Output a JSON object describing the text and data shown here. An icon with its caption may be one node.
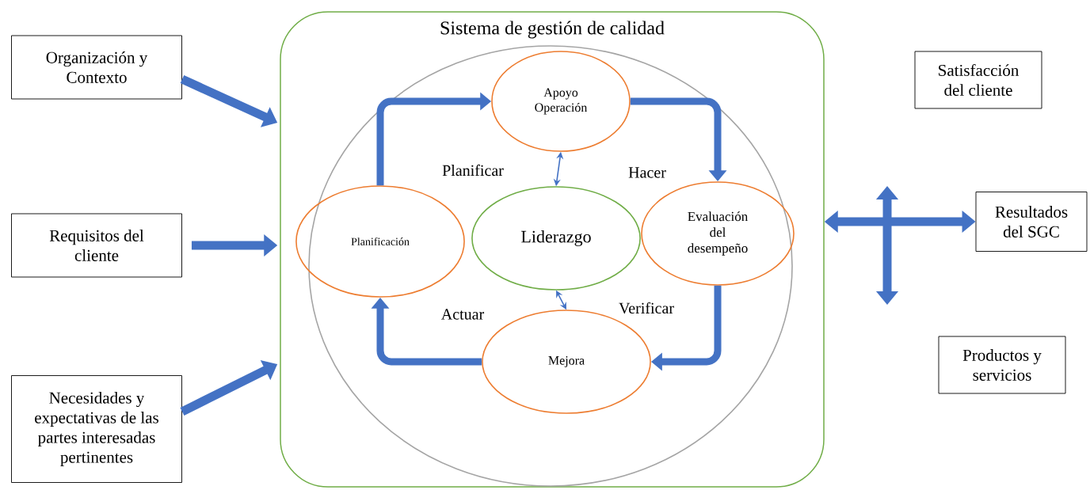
{
  "diagram": {
    "nodes": [
      {
        "text": [
          "Sistema de gestión de calidad"
        ]
      },
      {
        "text": [],
        "shape": "circle",
        "in": 0
      },
      {
        "text": [
          "Apoyo Operación"
        ],
        "in": 1
      },
      {
        "text": [
          "Planificación"
        ],
        "in": 1
      },
      {
        "text": [
          "Liderazgo"
        ],
        "in": 1
      },
      {
        "text": [
          "Evaluación del desempeño"
        ],
        "in": 1
      },
      {
        "text": [
          "Mejora"
        ],
        "in": 1
      },
      {
        "text": [
          "Organización y Contexto"
        ]
      },
      {
        "text": [
          "Requisitos del cliente"
        ]
      },
      {
        "text": [
          "Necesidades y expectativas de las partes interesadas pertinentes"
        ]
      },
      {
        "text": [
          "Satisfacción del cliente"
        ]
      },
      {
        "text": [
          "Resultados del SGC"
        ]
      },
      {
        "text": [
          "Productos y servicios"
        ]
      }
    ],
    "edges": [
      {
        "from": 7,
        "to": 0,
        "arrow": "to"
      },
      {
        "from": 8,
        "to": 0,
        "arrow": "to"
      },
      {
        "from": 9,
        "to": 0,
        "arrow": "to"
      },
      {
        "from": 2,
        "to": 4,
        "arrow": "both"
      },
      {
        "from": 4,
        "to": 6,
        "arrow": "both"
      },
      {
        "from": 3,
        "to": 2,
        "arrow": "to"
      },
      {
        "from": 2,
        "to": 5,
        "arrow": "to"
      },
      {
        "from": 5,
        "to": 6,
        "arrow": "to"
      },
      {
        "from": 6,
        "to": 3,
        "arrow": "to"
      },
      {
        "from": 0,
        "to": 11,
        "arrow": "both"
      }
    ],
    "labels": [
      "Planificar",
      "Hacer",
      "Actuar",
      "Verificar"
    ]
  }
}
